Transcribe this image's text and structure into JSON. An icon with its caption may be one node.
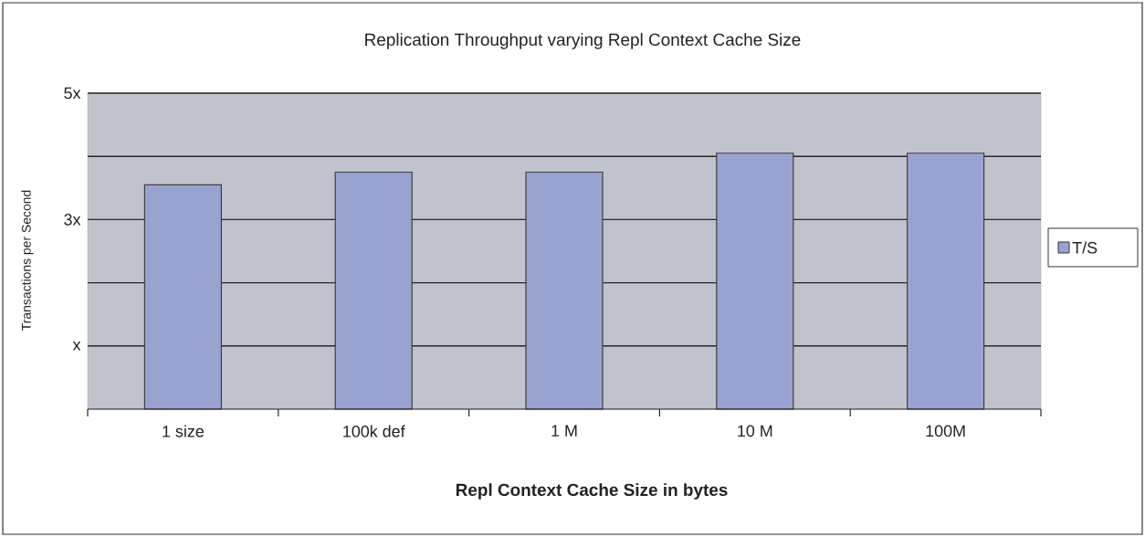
{
  "diagram": {
    "chart_data": {
      "type": "bar",
      "title": "Replication Throughput varying Repl Context Cache Size",
      "xlabel": "Repl Context Cache Size in bytes",
      "ylabel": "Transactions per Second",
      "categories": [
        "1 size",
        "100k def",
        "1 M",
        "10 M",
        "100M"
      ],
      "series": [
        {
          "name": "T/S",
          "color": "#99a3d1",
          "values": [
            3.55,
            3.75,
            3.75,
            4.05,
            4.05
          ]
        }
      ],
      "ylim": [
        0,
        5
      ],
      "yticks": [
        {
          "value": 1,
          "label": "x"
        },
        {
          "value": 3,
          "label": "3x"
        },
        {
          "value": 5,
          "label": "5x"
        }
      ]
    }
  }
}
